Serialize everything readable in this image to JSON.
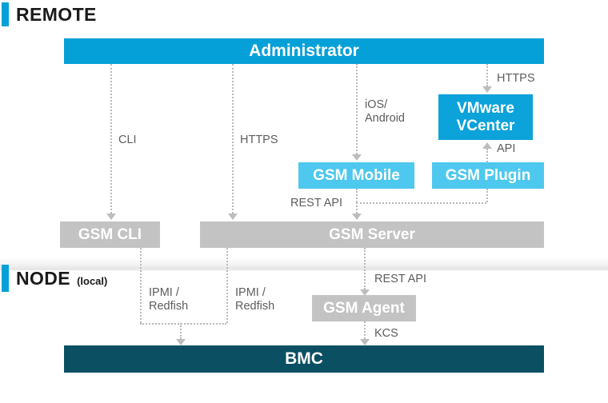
{
  "sections": [
    {
      "title": "REMOTE",
      "sub": ""
    },
    {
      "title": "NODE",
      "sub": "(local)"
    }
  ],
  "nodes": {
    "administrator": "Administrator",
    "vmware_vcenter": "VMware\nVCenter",
    "gsm_mobile": "GSM Mobile",
    "gsm_plugin": "GSM Plugin",
    "gsm_cli": "GSM CLI",
    "gsm_server": "GSM Server",
    "gsm_agent": "GSM Agent",
    "bmc": "BMC"
  },
  "edges": {
    "admin_to_cli": "CLI",
    "admin_to_server": "HTTPS",
    "admin_to_mobile": "iOS/\nAndroid",
    "admin_to_vcenter": "HTTPS",
    "plugin_to_vcenter": "API",
    "apps_to_server": "REST API",
    "cli_to_bmc": "IPMI /\nRedfish",
    "server_to_bmc": "IPMI /\nRedfish",
    "server_to_agent": "REST API",
    "agent_to_bmc": "KCS"
  },
  "colors": {
    "accent_blue": "#06A0D8",
    "light_blue": "#4EC8EE",
    "gray_box": "#C3C3C3",
    "dark_teal": "#0B4F63",
    "connector": "#b9b9b9",
    "label_text": "#5d5d5d"
  }
}
